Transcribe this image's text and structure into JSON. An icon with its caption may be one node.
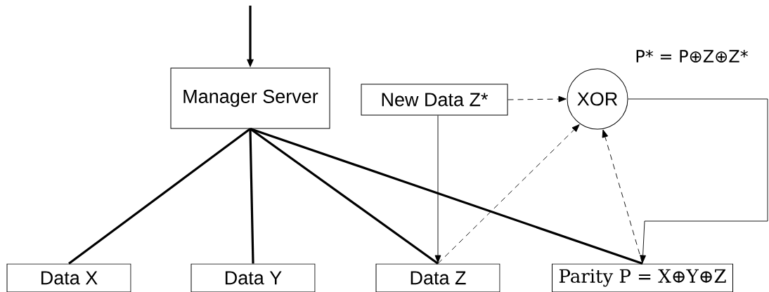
{
  "diagram": {
    "nodes": [
      {
        "text": [
          "Manager Server"
        ]
      },
      {
        "text": [
          "New Data Z*"
        ]
      },
      {
        "text": [
          "XOR"
        ]
      },
      {
        "text": [
          "Data X"
        ]
      },
      {
        "text": [
          "Data Y"
        ]
      },
      {
        "text": [
          "Data Z"
        ]
      },
      {
        "text": [
          "Parity P = X⊕Y⊕Z"
        ]
      }
    ],
    "edges": [
      {
        "from": null,
        "to": 0,
        "arrow": "to",
        "style": "thick"
      },
      {
        "from": 0,
        "to": 3,
        "arrow": "none",
        "style": "thick"
      },
      {
        "from": 0,
        "to": 4,
        "arrow": "none",
        "style": "thick"
      },
      {
        "from": 0,
        "to": 5,
        "arrow": "none",
        "style": "thick"
      },
      {
        "from": 0,
        "to": 6,
        "arrow": "none",
        "style": "thick"
      },
      {
        "from": 1,
        "to": 5,
        "arrow": "to"
      },
      {
        "from": 1,
        "to": 2,
        "arrow": "to",
        "style": "dashed"
      },
      {
        "from": 5,
        "to": 2,
        "arrow": "to",
        "style": "dashed"
      },
      {
        "from": 6,
        "to": 2,
        "arrow": "to",
        "style": "dashed"
      },
      {
        "from": 2,
        "to": 6,
        "arrow": "to"
      }
    ],
    "labels": [
      "P* = P⊕Z⊕Z*"
    ]
  }
}
